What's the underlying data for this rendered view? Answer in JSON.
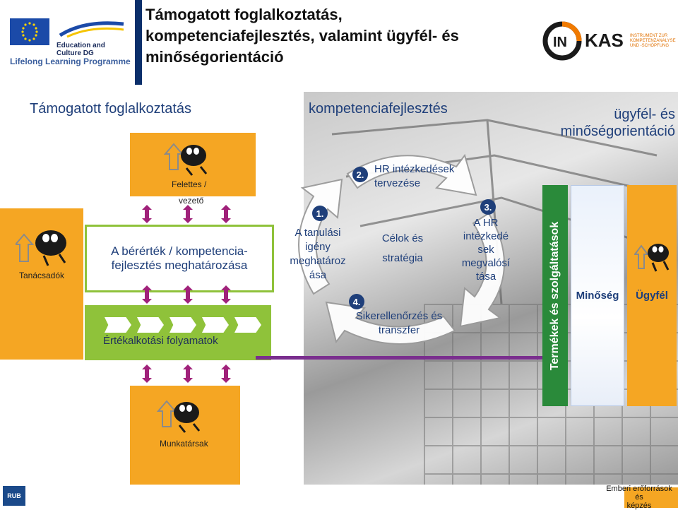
{
  "title": {
    "line1": "Támogatott foglalkoztatás,",
    "line2": "kompetenciafejlesztés, valamint ügyfél- és",
    "line3": "minőségorientáció"
  },
  "header_logos": {
    "eu_program": "Education and Culture DG",
    "llp": "Lifelong Learning Programme",
    "inkas": "KAS",
    "inkas_sub1": "INSTRUMENT ZUR",
    "inkas_sub2": "KOMPETENZANALYSE",
    "inkas_sub3": "UND -SCHÖPFUNG"
  },
  "columns": {
    "left": "Támogatott foglalkoztatás",
    "middle": "kompetenciafejlesztés",
    "right_line1": "ügyfél- és",
    "right_line2": "minőségorientáció"
  },
  "roles": {
    "supervisor_line1": "Felettes /",
    "supervisor_line2": "vezető",
    "advisors": "Tanácsadók",
    "workers": "Munkatársak"
  },
  "boxes": {
    "wage_line1": "A bérérték / kompetencia-",
    "wage_line2": "fejlesztés meghatározása",
    "value_process": "Értékalkotási folyamatok"
  },
  "cycle": {
    "step1_num": "1.",
    "step1_line1": "A tanulási",
    "step1_line2": "igény",
    "step1_line3": "meghatároz",
    "step1_line4": "ása",
    "step2_num": "2.",
    "step2_line1": "HR intézkedések",
    "step2_line2": "tervezése",
    "step3_num": "3.",
    "step3_line1": "A HR",
    "step3_line2": "intézkedé",
    "step3_line3": "sek",
    "step3_line4": "megvalósí",
    "step3_line5": "tása",
    "step4_num": "4.",
    "step4_line1": "Sikerellenőrzés és",
    "step4_line2": "transzfer",
    "center_line1": "Célok és",
    "center_line2": "stratégia"
  },
  "right_panel": {
    "products": "Termékek és szolgáltatások",
    "quality": "Minőség",
    "client": "Ügyfél",
    "hr_line1": "Emberi erőforrások",
    "hr_line2": "és",
    "hr_line3": "képzés"
  },
  "footer": {
    "rub": "RUB"
  },
  "colors": {
    "navy": "#1f3f7a",
    "orange": "#f5a623",
    "green": "#8fc23a",
    "dark_green": "#2a8a3a",
    "purple": "#7a2e8e"
  }
}
